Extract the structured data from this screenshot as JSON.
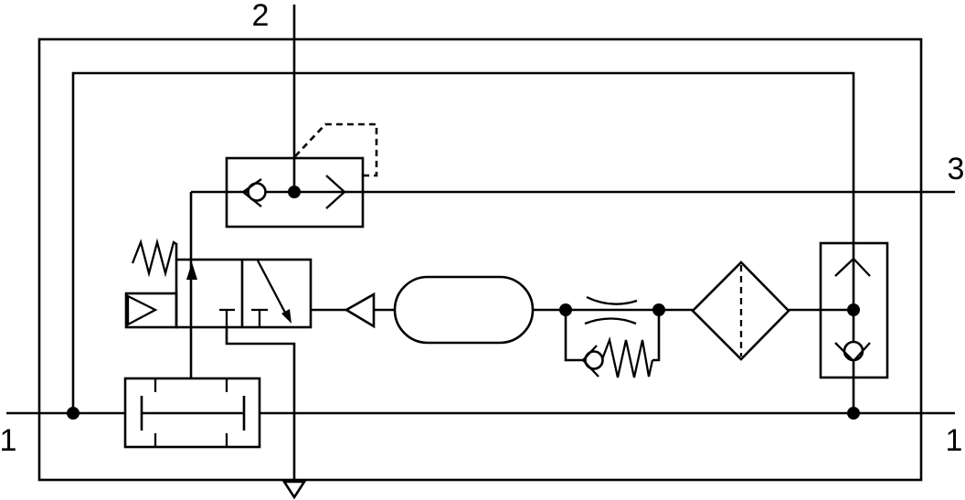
{
  "diagram": {
    "type": "pneumatic-circuit-schematic",
    "background_color": "#ffffff",
    "line_color": "#000000",
    "ports": {
      "p2": {
        "label": "2"
      },
      "p3": {
        "label": "3"
      },
      "p1_left": {
        "label": "1"
      },
      "p1_right": {
        "label": "1"
      }
    },
    "components": [
      {
        "name": "pilot-operated-check-valve"
      },
      {
        "name": "three-two-way-valve"
      },
      {
        "name": "return-spring"
      },
      {
        "name": "pneumatic-pilot-actuator"
      },
      {
        "name": "air-reservoir"
      },
      {
        "name": "flow-restrictor"
      },
      {
        "name": "bypass-spring-check-valve"
      },
      {
        "name": "filter"
      },
      {
        "name": "check-valve-unit"
      },
      {
        "name": "piston-actuator"
      },
      {
        "name": "exhaust-outlet"
      }
    ]
  }
}
